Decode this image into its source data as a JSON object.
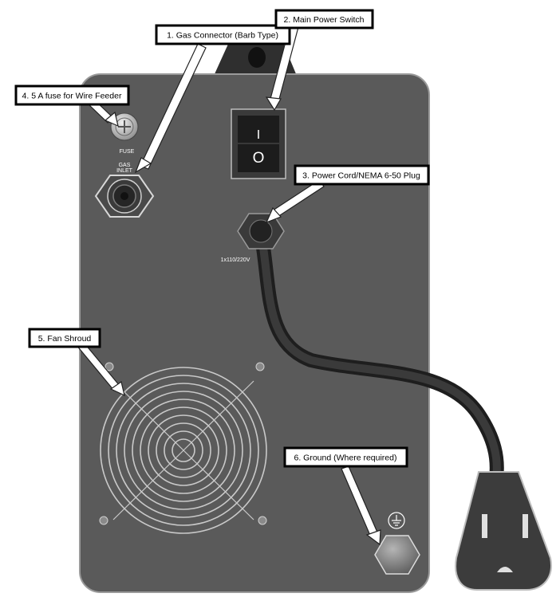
{
  "callouts": {
    "gas_connector": "1.  Gas Connector (Barb Type)",
    "power_switch": "2.  Main Power Switch",
    "power_cord": "3. Power Cord/NEMA 6-50 Plug",
    "fuse": "4. 5 A fuse for Wire Feeder",
    "fan_shroud": "5.  Fan Shroud",
    "ground": "6. Ground (Where required)"
  },
  "panel_labels": {
    "fuse": "FUSE",
    "gas_inlet_line1": "GAS",
    "gas_inlet_line2": "INLET",
    "voltage": "1x110/220V",
    "switch_on": "I",
    "switch_off": "O"
  },
  "colors": {
    "panel": "#5a5a5a",
    "panel_border": "#9a9a9a",
    "callout_border": "#000000",
    "cord": "#2a2a2a",
    "plug": "#3c3c3c"
  }
}
